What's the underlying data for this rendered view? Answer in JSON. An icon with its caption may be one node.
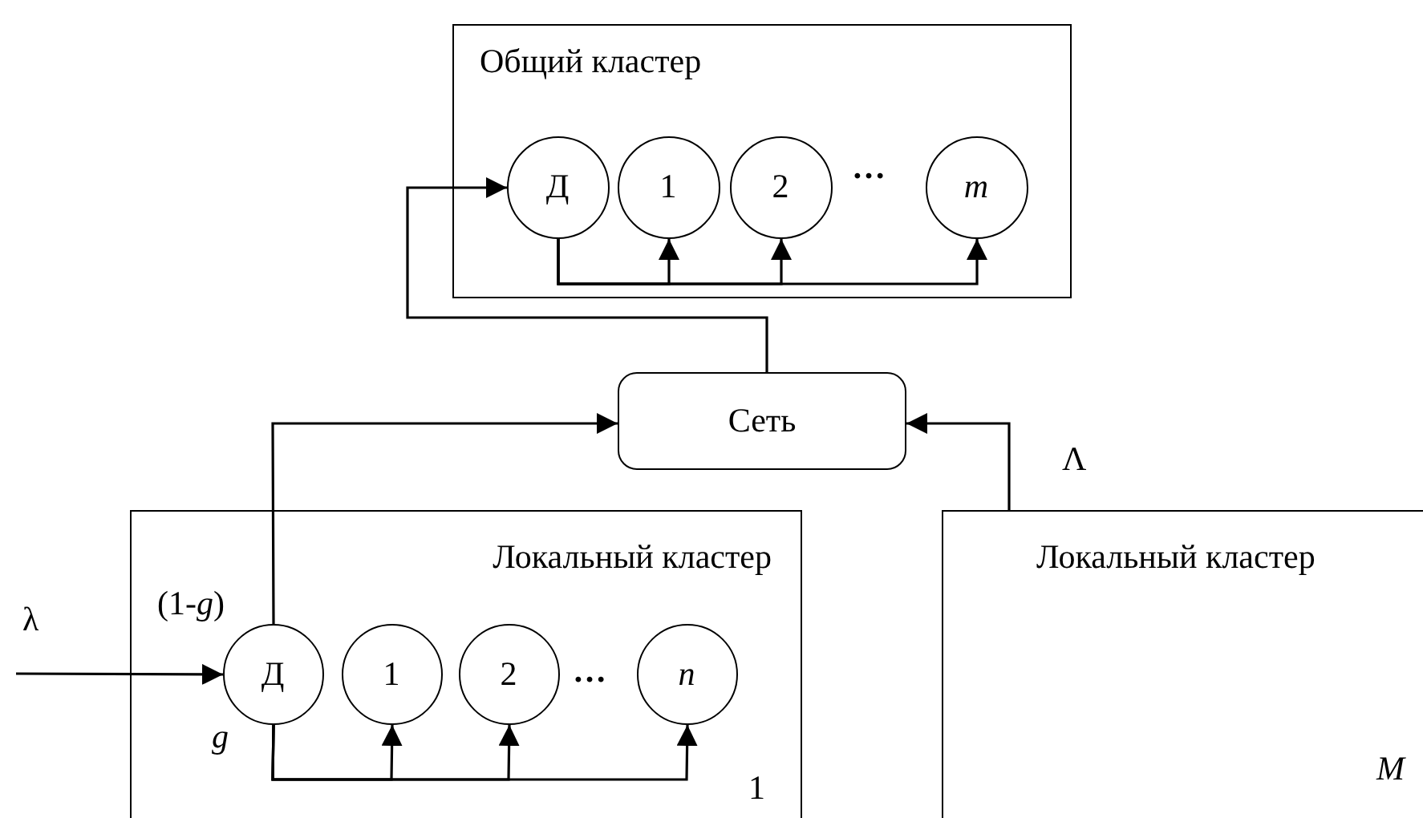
{
  "diagram": {
    "nodes": [
      {
        "text": [
          "Общий кластер"
        ]
      },
      {
        "text": [
          "Д"
        ],
        "in": 0
      },
      {
        "text": [
          "1"
        ],
        "in": 0
      },
      {
        "text": [
          "2"
        ],
        "in": 0
      },
      {
        "text": [
          "m"
        ],
        "in": 0
      },
      {
        "text": [
          "Сеть"
        ]
      },
      {
        "text": [
          "Локальный кластер",
          "1"
        ]
      },
      {
        "text": [
          "Д"
        ],
        "in": 6,
        "beside": [
          "(1-*g*)",
          "g"
        ]
      },
      {
        "text": [
          "1"
        ],
        "in": 6
      },
      {
        "text": [
          "2"
        ],
        "in": 6
      },
      {
        "text": [
          "n"
        ],
        "in": 6
      },
      {
        "text": [
          "Локальный кластер",
          "M"
        ]
      }
    ],
    "edges": [
      {
        "from": 5,
        "to": 1,
        "arrow": "to"
      },
      {
        "from": 1,
        "to": 2,
        "arrow": "to"
      },
      {
        "from": 1,
        "to": 3,
        "arrow": "to"
      },
      {
        "from": 1,
        "to": 4,
        "arrow": "to"
      },
      {
        "from": null,
        "to": 7,
        "arrow": "to",
        "label": "λ"
      },
      {
        "from": 7,
        "to": 5,
        "arrow": "to"
      },
      {
        "from": 7,
        "to": 8,
        "arrow": "to"
      },
      {
        "from": 7,
        "to": 9,
        "arrow": "to"
      },
      {
        "from": 7,
        "to": 10,
        "arrow": "to"
      },
      {
        "from": 11,
        "to": 5,
        "arrow": "to",
        "label": "Λ"
      }
    ],
    "labels": [
      "…",
      "…"
    ]
  }
}
